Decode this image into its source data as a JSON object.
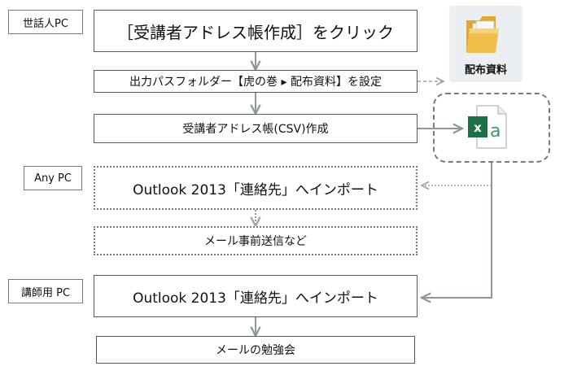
{
  "tags": {
    "caretaker_pc": "世話人PC",
    "any_pc": "Any PC",
    "instructor_pc": "講師用 PC"
  },
  "steps": {
    "click_create": "［受講者アドレス帳作成］をクリック",
    "set_output_folder": "出力パスフォルダー【虎の巻 ▸ 配布資料】を設定",
    "create_csv": "受講者アドレス帳(CSV)作成",
    "import_any": "Outlook 2013「連絡先」へインポート",
    "pre_mail": "メール事前送信など",
    "import_instructor": "Outlook 2013「連絡先」へインポート",
    "study_meeting": "メールの勉強会"
  },
  "folder": {
    "label": "配布資料",
    "icon": "folder-icon"
  },
  "csv_file": {
    "icon": "excel-csv-file-icon",
    "badge": "x",
    "letter": "a"
  },
  "colors": {
    "box_border": "#595959",
    "arrow": "#8a9a90",
    "dash": "#7a7a7a",
    "excel_green": "#1e7145",
    "folder_yellow": "#f2c04a"
  }
}
